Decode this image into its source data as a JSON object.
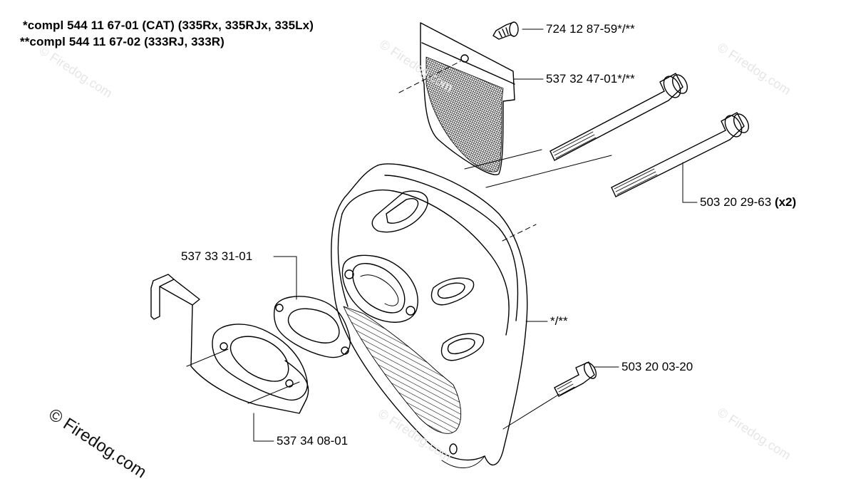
{
  "notes": {
    "cat": "*compl 544 11 67-01  (CAT) (335Rx, 335RJx, 335Lx)",
    "std": "**compl 544 11 67-02 (333RJ, 333R)"
  },
  "parts": {
    "screw_top": "724 12 87-59*/**",
    "screen": "537 32 47-01*/**",
    "long_bolt": "503 20 29-63",
    "long_bolt_qty": "(x2)",
    "muffler": "*/**",
    "short_bolt": "503 20 03-20",
    "gasket": "537 33 31-01",
    "plate": "537 34 08-01"
  },
  "watermark": {
    "main": "© Firedog.com",
    "faint": "© Firedog.com"
  },
  "colors": {
    "line": "#000000",
    "watermark": "#e6e6e6",
    "background": "#ffffff"
  }
}
